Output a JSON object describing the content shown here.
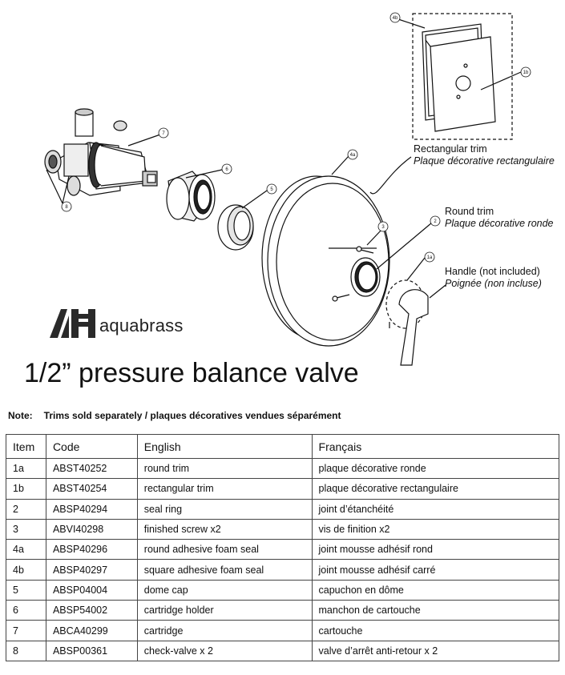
{
  "diagram": {
    "callouts": [
      "1a",
      "1b",
      "2",
      "3",
      "4a",
      "4b",
      "5",
      "6",
      "7",
      "8"
    ],
    "labels": {
      "rectangular_trim": {
        "en": "Rectangular trim",
        "fr": "Plaque décorative rectangulaire"
      },
      "round_trim": {
        "en": "Round trim",
        "fr": "Plaque décorative ronde"
      },
      "handle": {
        "en": "Handle (not included)",
        "fr": "Poignée (non incluse)"
      }
    }
  },
  "brand": {
    "name": "aquabrass"
  },
  "title": "1/2” pressure balance valve",
  "note": {
    "label": "Note:",
    "text": "Trims sold separately / plaques décoratives vendues séparément"
  },
  "table": {
    "headers": [
      "Item",
      "Code",
      "English",
      "Français"
    ],
    "rows": [
      [
        "1a",
        "ABST40252",
        "round trim",
        "plaque décorative ronde"
      ],
      [
        "1b",
        "ABST40254",
        "rectangular trim",
        "plaque décorative rectangulaire"
      ],
      [
        "2",
        "ABSP40294",
        "seal ring",
        "joint d’étanchéité"
      ],
      [
        "3",
        "ABVI40298",
        "finished screw x2",
        "vis de finition x2"
      ],
      [
        "4a",
        "ABSP40296",
        "round adhesive foam seal",
        "joint mousse adhésif rond"
      ],
      [
        "4b",
        "ABSP40297",
        "square adhesive foam seal",
        "joint mousse adhésif carré"
      ],
      [
        "5",
        "ABSP04004",
        "dome cap",
        "capuchon en dôme"
      ],
      [
        "6",
        "ABSP54002",
        "cartridge holder",
        "manchon de cartouche"
      ],
      [
        "7",
        "ABCA40299",
        "cartridge",
        "cartouche"
      ],
      [
        "8",
        "ABSP00361",
        "check-valve x 2",
        "valve d’arrêt anti-retour x 2"
      ]
    ]
  }
}
